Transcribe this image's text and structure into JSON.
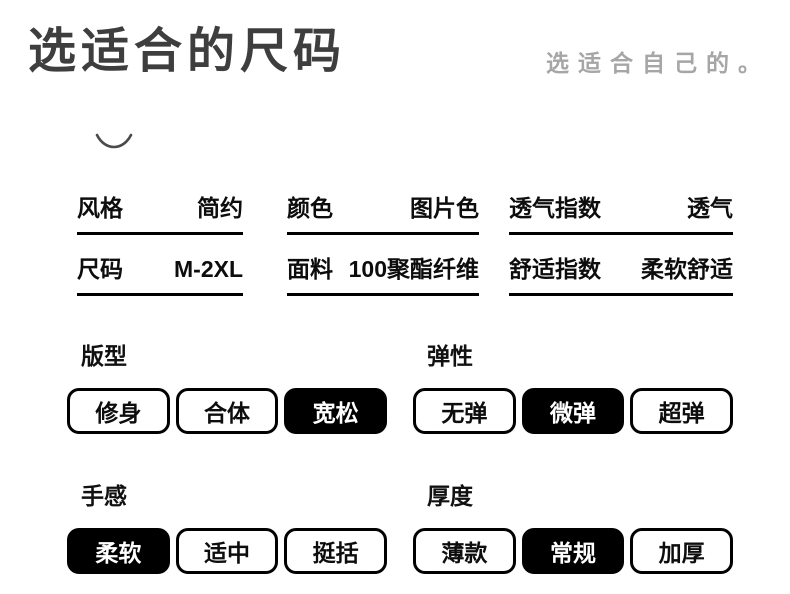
{
  "header": {
    "title": "选适合的尺码",
    "subtitle": "选适合自己的。"
  },
  "icons": {
    "decoration": "smile-arc"
  },
  "colors": {
    "background": "#ffffff",
    "title_text": "#3e3e3e",
    "subtitle_text": "#a6a6a6",
    "body_text": "#0d0d0d",
    "accent": "#000000",
    "selected_chip_bg": "#000000",
    "selected_chip_text": "#ffffff"
  },
  "spec_table": {
    "columns": [
      {
        "rows": [
          {
            "label": "风格",
            "value": "简约"
          },
          {
            "label": "尺码",
            "value": "M-2XL"
          }
        ]
      },
      {
        "rows": [
          {
            "label": "颜色",
            "value": "图片色"
          },
          {
            "label": "面料",
            "value": "100聚酯纤维"
          }
        ]
      },
      {
        "rows": [
          {
            "label": "透气指数",
            "value": "透气"
          },
          {
            "label": "舒适指数",
            "value": "柔软舒适"
          }
        ]
      }
    ]
  },
  "option_groups": [
    {
      "title": "版型",
      "options": [
        {
          "label": "修身",
          "selected": false
        },
        {
          "label": "合体",
          "selected": false
        },
        {
          "label": "宽松",
          "selected": true
        }
      ]
    },
    {
      "title": "弹性",
      "options": [
        {
          "label": "无弹",
          "selected": false
        },
        {
          "label": "微弹",
          "selected": true
        },
        {
          "label": "超弹",
          "selected": false
        }
      ]
    },
    {
      "title": "手感",
      "options": [
        {
          "label": "柔软",
          "selected": true
        },
        {
          "label": "适中",
          "selected": false
        },
        {
          "label": "挺括",
          "selected": false
        }
      ]
    },
    {
      "title": "厚度",
      "options": [
        {
          "label": "薄款",
          "selected": false
        },
        {
          "label": "常规",
          "selected": true
        },
        {
          "label": "加厚",
          "selected": false
        }
      ]
    }
  ]
}
